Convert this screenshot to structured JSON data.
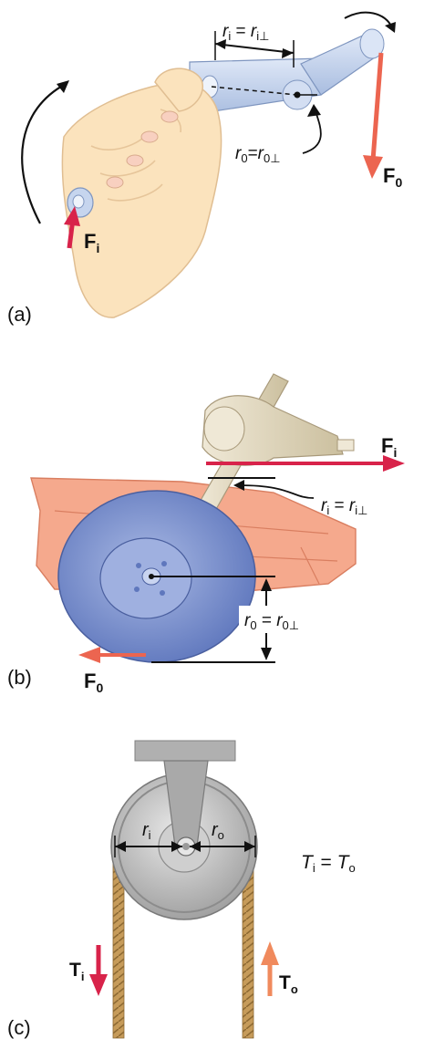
{
  "panels": {
    "a": {
      "label": "(a)",
      "ri_eq": {
        "r": "r",
        "sub_i": "i",
        "eq": " = ",
        "r2": "r",
        "sub_i2": "i⊥"
      },
      "ro_eq": {
        "r": "r",
        "sub_o": "0",
        "eq": "=",
        "r2": "r",
        "sub_o2": "0⊥"
      },
      "Fo": {
        "F": "F",
        "sub": "0"
      },
      "Fi": {
        "F": "F",
        "sub": "i"
      }
    },
    "b": {
      "label": "(b)",
      "Fi": {
        "F": "F",
        "sub": "i"
      },
      "ri_eq": {
        "r": "r",
        "sub_i": "i",
        "eq": " = ",
        "r2": "r",
        "sub_i2": "i⊥"
      },
      "ro_eq": {
        "r": "r",
        "sub_o": "0",
        "eq": " = ",
        "r2": "r",
        "sub_o2": "0⊥"
      },
      "Fo": {
        "F": "F",
        "sub": "0"
      }
    },
    "c": {
      "label": "(c)",
      "ri": {
        "r": "r",
        "sub": "i"
      },
      "ro": {
        "r": "r",
        "sub": "o"
      },
      "eq": {
        "T": "T",
        "sub_i": "i",
        "eq": " = ",
        "T2": "T",
        "sub_o": "o"
      },
      "Ti": {
        "T": "T",
        "sub": "i"
      },
      "To": {
        "T": "T",
        "sub": "o"
      }
    }
  },
  "colors": {
    "arrow_red": "#d8234a",
    "arrow_salmon": "#ec6550",
    "arrow_orange": "#f08a5d",
    "skin": "#fbe3bd",
    "skin_stroke": "#e0be92",
    "crank_blue": "#c6d5ee",
    "wheel_blue": "#7d93cf",
    "hull_salmon": "#f5a98d",
    "pulley_gray": "#b9b9b9",
    "rope_tan": "#c69b5a"
  }
}
